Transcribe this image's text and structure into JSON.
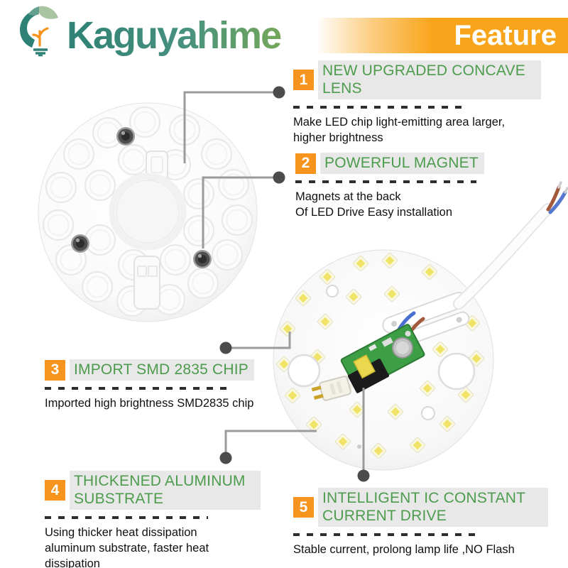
{
  "brand": {
    "name": "Kaguyahime",
    "logo_icon": "lightbulb-sprout-icon"
  },
  "banner": {
    "label": "Feature"
  },
  "features": [
    {
      "number": "1",
      "title": "NEW UPGRADED CONCAVE LENS",
      "body": "Make LED chip light-emitting area larger,\nhigher brightness"
    },
    {
      "number": "2",
      "title": "POWERFUL MAGNET",
      "body": "Magnets at the back\nOf LED Drive Easy installation"
    },
    {
      "number": "3",
      "title": "IMPORT SMD 2835 CHIP",
      "body": "Imported high brightness SMD2835 chip"
    },
    {
      "number": "4",
      "title": "THICKENED ALUMINUM SUBSTRATE",
      "body": "Using thicker heat dissipation\naluminum substrate, faster heat\ndissipation"
    },
    {
      "number": "5",
      "title": "INTELLIGENT IC CONSTANT CURRENT DRIVE",
      "body": "Stable current, prolong lamp life ,NO Flash"
    }
  ],
  "images": {
    "lens_cover": "round LED lens cover with dimples and three magnets",
    "led_board": "round LED module board with SMD chips, IC driver and power cable"
  },
  "colors": {
    "badge_orange": "#f7941d",
    "banner_orange": "#f9a51b",
    "title_green": "#4d9c4d",
    "title_background": "#e8e8e8",
    "body_text": "#101010",
    "connector_line": "#9b9b9b",
    "connector_dot": "#4c4c4c",
    "logo_teal": "#2e8175",
    "logo_green": "#74a75a"
  }
}
